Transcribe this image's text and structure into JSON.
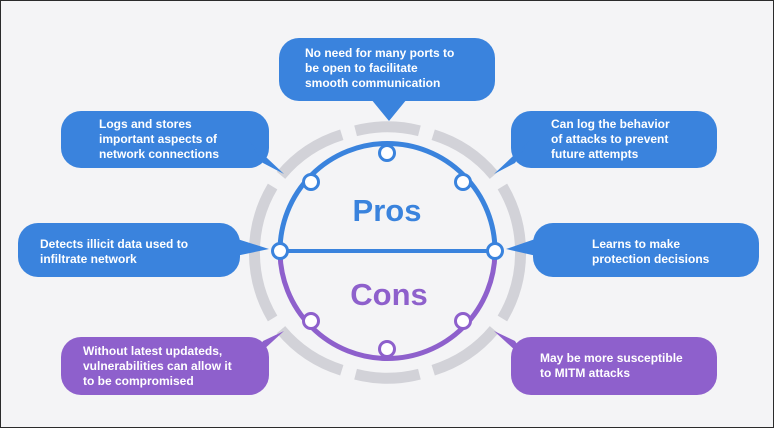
{
  "colors": {
    "background": "#f4f4f6",
    "pros": "#3a83dd",
    "cons": "#8e60cc",
    "ring": "#d2d2d8",
    "node_fill": "#ffffff"
  },
  "hub": {
    "pros_label": "Pros",
    "cons_label": "Cons"
  },
  "pros": [
    {
      "line1": "No need for many ports to",
      "line2": "be open to facilitate",
      "line3": "smooth communication"
    },
    {
      "line1": "Logs and stores",
      "line2": "important aspects of",
      "line3": "network connections"
    },
    {
      "line1": "Can log the behavior",
      "line2": "of attacks to prevent",
      "line3": "future attempts"
    },
    {
      "line1": "Detects illicit data used to",
      "line2": "infiltrate network"
    },
    {
      "line1": "Learns to make",
      "line2": "protection decisions"
    }
  ],
  "cons": [
    {
      "line1": "Without latest updateds,",
      "line2": "vulnerabilities can allow it",
      "line3": "to be compromised"
    },
    {
      "line1": "May be more susceptible",
      "line2": "to MITM attacks"
    }
  ]
}
